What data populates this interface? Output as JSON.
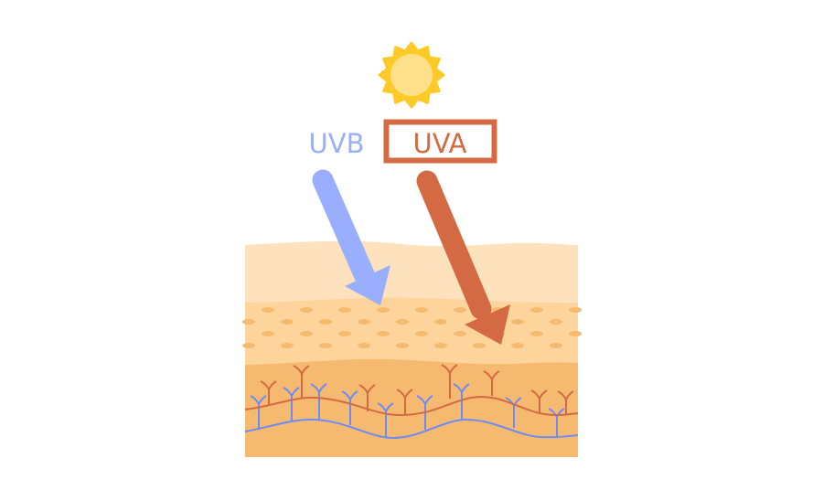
{
  "labels": {
    "uvb": "UVB",
    "uva": "UVA"
  },
  "highlighted": "UVA",
  "colors": {
    "uvb": "#99AEFF",
    "uva": "#D46A43",
    "sun_outer": "#FFCA28",
    "sun_inner": "#FFE08A",
    "epidermis_top": "#FEE1BD",
    "epidermis_mid": "#FDD49C",
    "dermis": "#F5BA70",
    "dots": "#F5BA6E",
    "artery": "#D46A43",
    "vein": "#6E8BF5"
  },
  "icons": {
    "sun": "sun-icon"
  }
}
